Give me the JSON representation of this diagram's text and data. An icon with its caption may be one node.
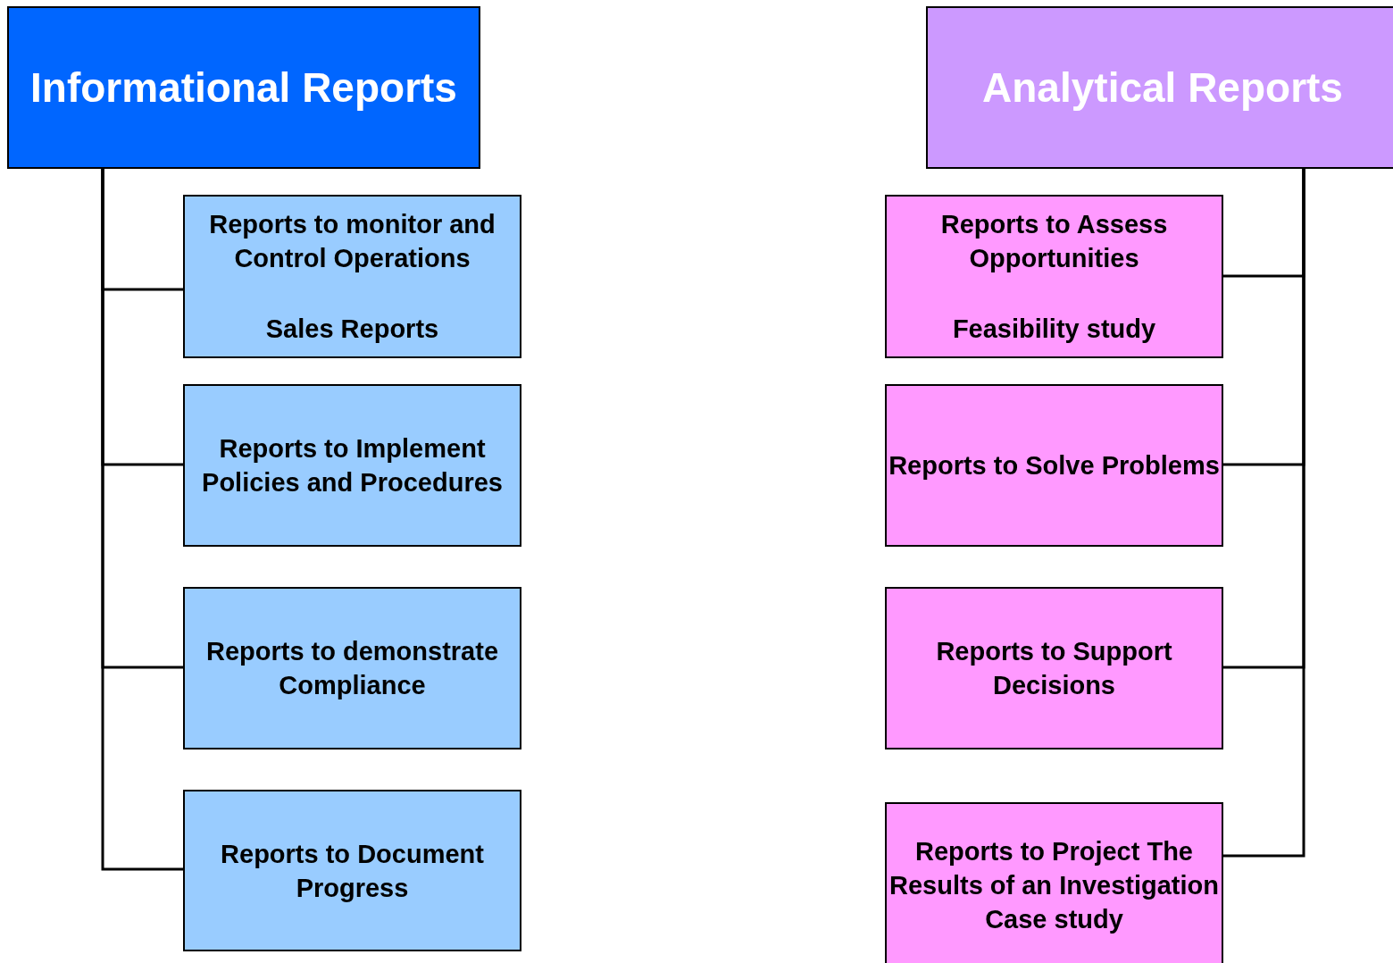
{
  "diagram": {
    "nodes": [
      {
        "text": [
          "Informational Reports"
        ]
      },
      {
        "text": [
          "Reports to monitor and Control Operations",
          "Sales Reports"
        ]
      },
      {
        "text": [
          "Reports to Implement Policies and Procedures"
        ]
      },
      {
        "text": [
          "Reports to demonstrate Compliance"
        ]
      },
      {
        "text": [
          "Reports to Document Progress"
        ]
      },
      {
        "text": [
          "Analytical Reports"
        ]
      },
      {
        "text": [
          "Reports to Assess Opportunities",
          "Feasibility study"
        ]
      },
      {
        "text": [
          "Reports to Solve Problems"
        ]
      },
      {
        "text": [
          "Reports to Support Decisions"
        ]
      },
      {
        "text": [
          "Reports to Project The Results of an Investigation",
          "Case study"
        ]
      }
    ],
    "edges": [
      {
        "from": 0,
        "to": 1,
        "arrow": "none"
      },
      {
        "from": 0,
        "to": 2,
        "arrow": "none"
      },
      {
        "from": 0,
        "to": 3,
        "arrow": "none"
      },
      {
        "from": 0,
        "to": 4,
        "arrow": "none"
      },
      {
        "from": 5,
        "to": 6,
        "arrow": "none"
      },
      {
        "from": 5,
        "to": 7,
        "arrow": "none"
      },
      {
        "from": 5,
        "to": 8,
        "arrow": "none"
      },
      {
        "from": 5,
        "to": 9,
        "arrow": "none"
      }
    ]
  }
}
